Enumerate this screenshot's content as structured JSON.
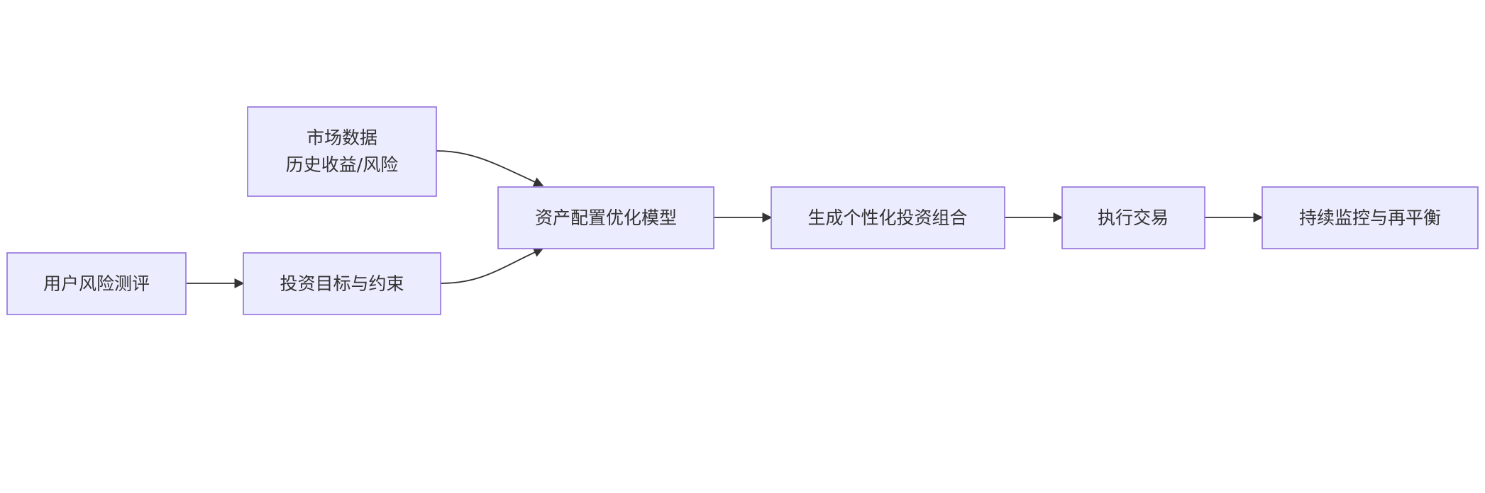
{
  "nodes": {
    "risk_assessment": {
      "label": "用户风险测评"
    },
    "investment_goals": {
      "label": "投资目标与约束"
    },
    "market_data": {
      "line1": "市场数据",
      "line2": "历史收益/风险"
    },
    "optimization_model": {
      "label": "资产配置优化模型"
    },
    "portfolio": {
      "label": "生成个性化投资组合"
    },
    "execute_trade": {
      "label": "执行交易"
    },
    "rebalance": {
      "label": "持续监控与再平衡"
    }
  },
  "colors": {
    "node_fill": "#ececff",
    "node_stroke": "#9370db",
    "edge": "#333333",
    "text": "#333333"
  }
}
